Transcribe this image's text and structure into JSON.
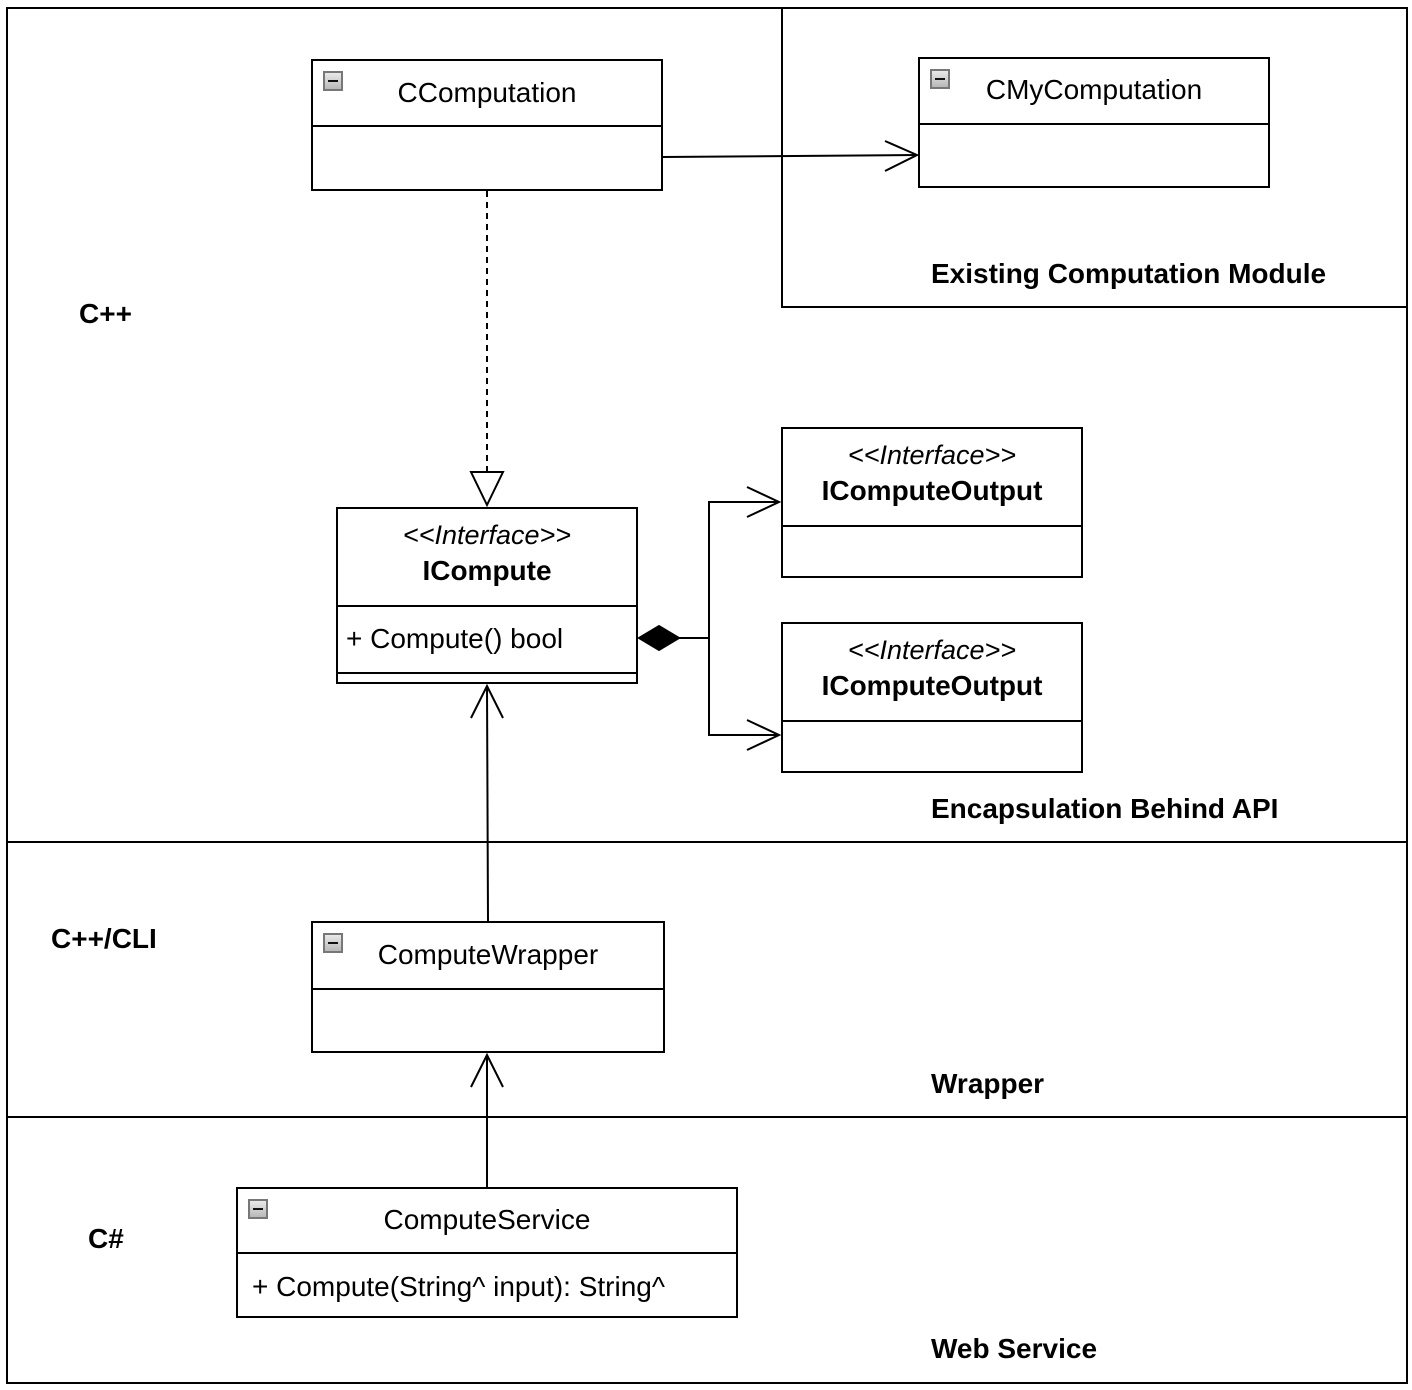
{
  "regions": {
    "existing_module": "Existing Computation Module",
    "encapsulation": "Encapsulation Behind API",
    "wrapper": "Wrapper",
    "web_service": "Web Service"
  },
  "languages": {
    "cpp": "C++",
    "cppcli": "C++/CLI",
    "csharp": "C#"
  },
  "classes": {
    "ccomputation": {
      "name": "CComputation",
      "icon": "collapse-icon"
    },
    "cmycomputation": {
      "name": "CMyComputation",
      "icon": "collapse-icon"
    },
    "icompute": {
      "stereotype": "<<Interface>>",
      "name": "ICompute",
      "member": "+ Compute() bool"
    },
    "icomputeoutput_1": {
      "stereotype": "<<Interface>>",
      "name": "IComputeOutput"
    },
    "icomputeoutput_2": {
      "stereotype": "<<Interface>>",
      "name": "IComputeOutput"
    },
    "computewrapper": {
      "name": "ComputeWrapper",
      "icon": "collapse-icon"
    },
    "computeservice": {
      "name": "ComputeService",
      "member": "+ Compute(String^ input): String^",
      "icon": "collapse-icon"
    }
  },
  "relations": [
    {
      "from": "CComputation",
      "to": "CMyComputation",
      "type": "association"
    },
    {
      "from": "CComputation",
      "to": "ICompute",
      "type": "realization"
    },
    {
      "from": "ICompute",
      "to": "IComputeOutput",
      "type": "composition"
    },
    {
      "from": "ComputeWrapper",
      "to": "ICompute",
      "type": "association"
    },
    {
      "from": "ComputeService",
      "to": "ComputeWrapper",
      "type": "association"
    }
  ]
}
